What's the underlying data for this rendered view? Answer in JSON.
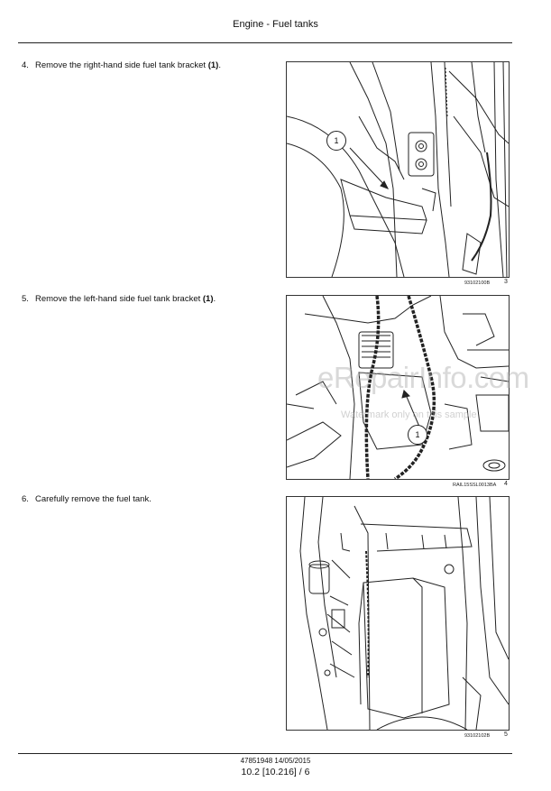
{
  "header": {
    "title": "Engine - Fuel tanks"
  },
  "steps": [
    {
      "num": "4.",
      "text_before": "Remove the right-hand side fuel tank bracket ",
      "callout": "(1)",
      "text_after": "."
    },
    {
      "num": "5.",
      "text_before": "Remove the left-hand side fuel tank bracket ",
      "callout": "(1)",
      "text_after": "."
    },
    {
      "num": "6.",
      "text_before": "Carefully remove the fuel tank.",
      "callout": "",
      "text_after": ""
    }
  ],
  "figures": [
    {
      "code": "93102100B",
      "number": "3",
      "callout_label": "1"
    },
    {
      "code": "RAIL15SSL0013BA",
      "number": "4",
      "callout_label": "1"
    },
    {
      "code": "93102102B",
      "number": "5"
    }
  ],
  "watermark": {
    "main": "eRepairInfo.com",
    "sub": "Watermark only on this sample"
  },
  "footer": {
    "code": "47851948 14/05/2015",
    "page": "10.2 [10.216] / 6"
  }
}
